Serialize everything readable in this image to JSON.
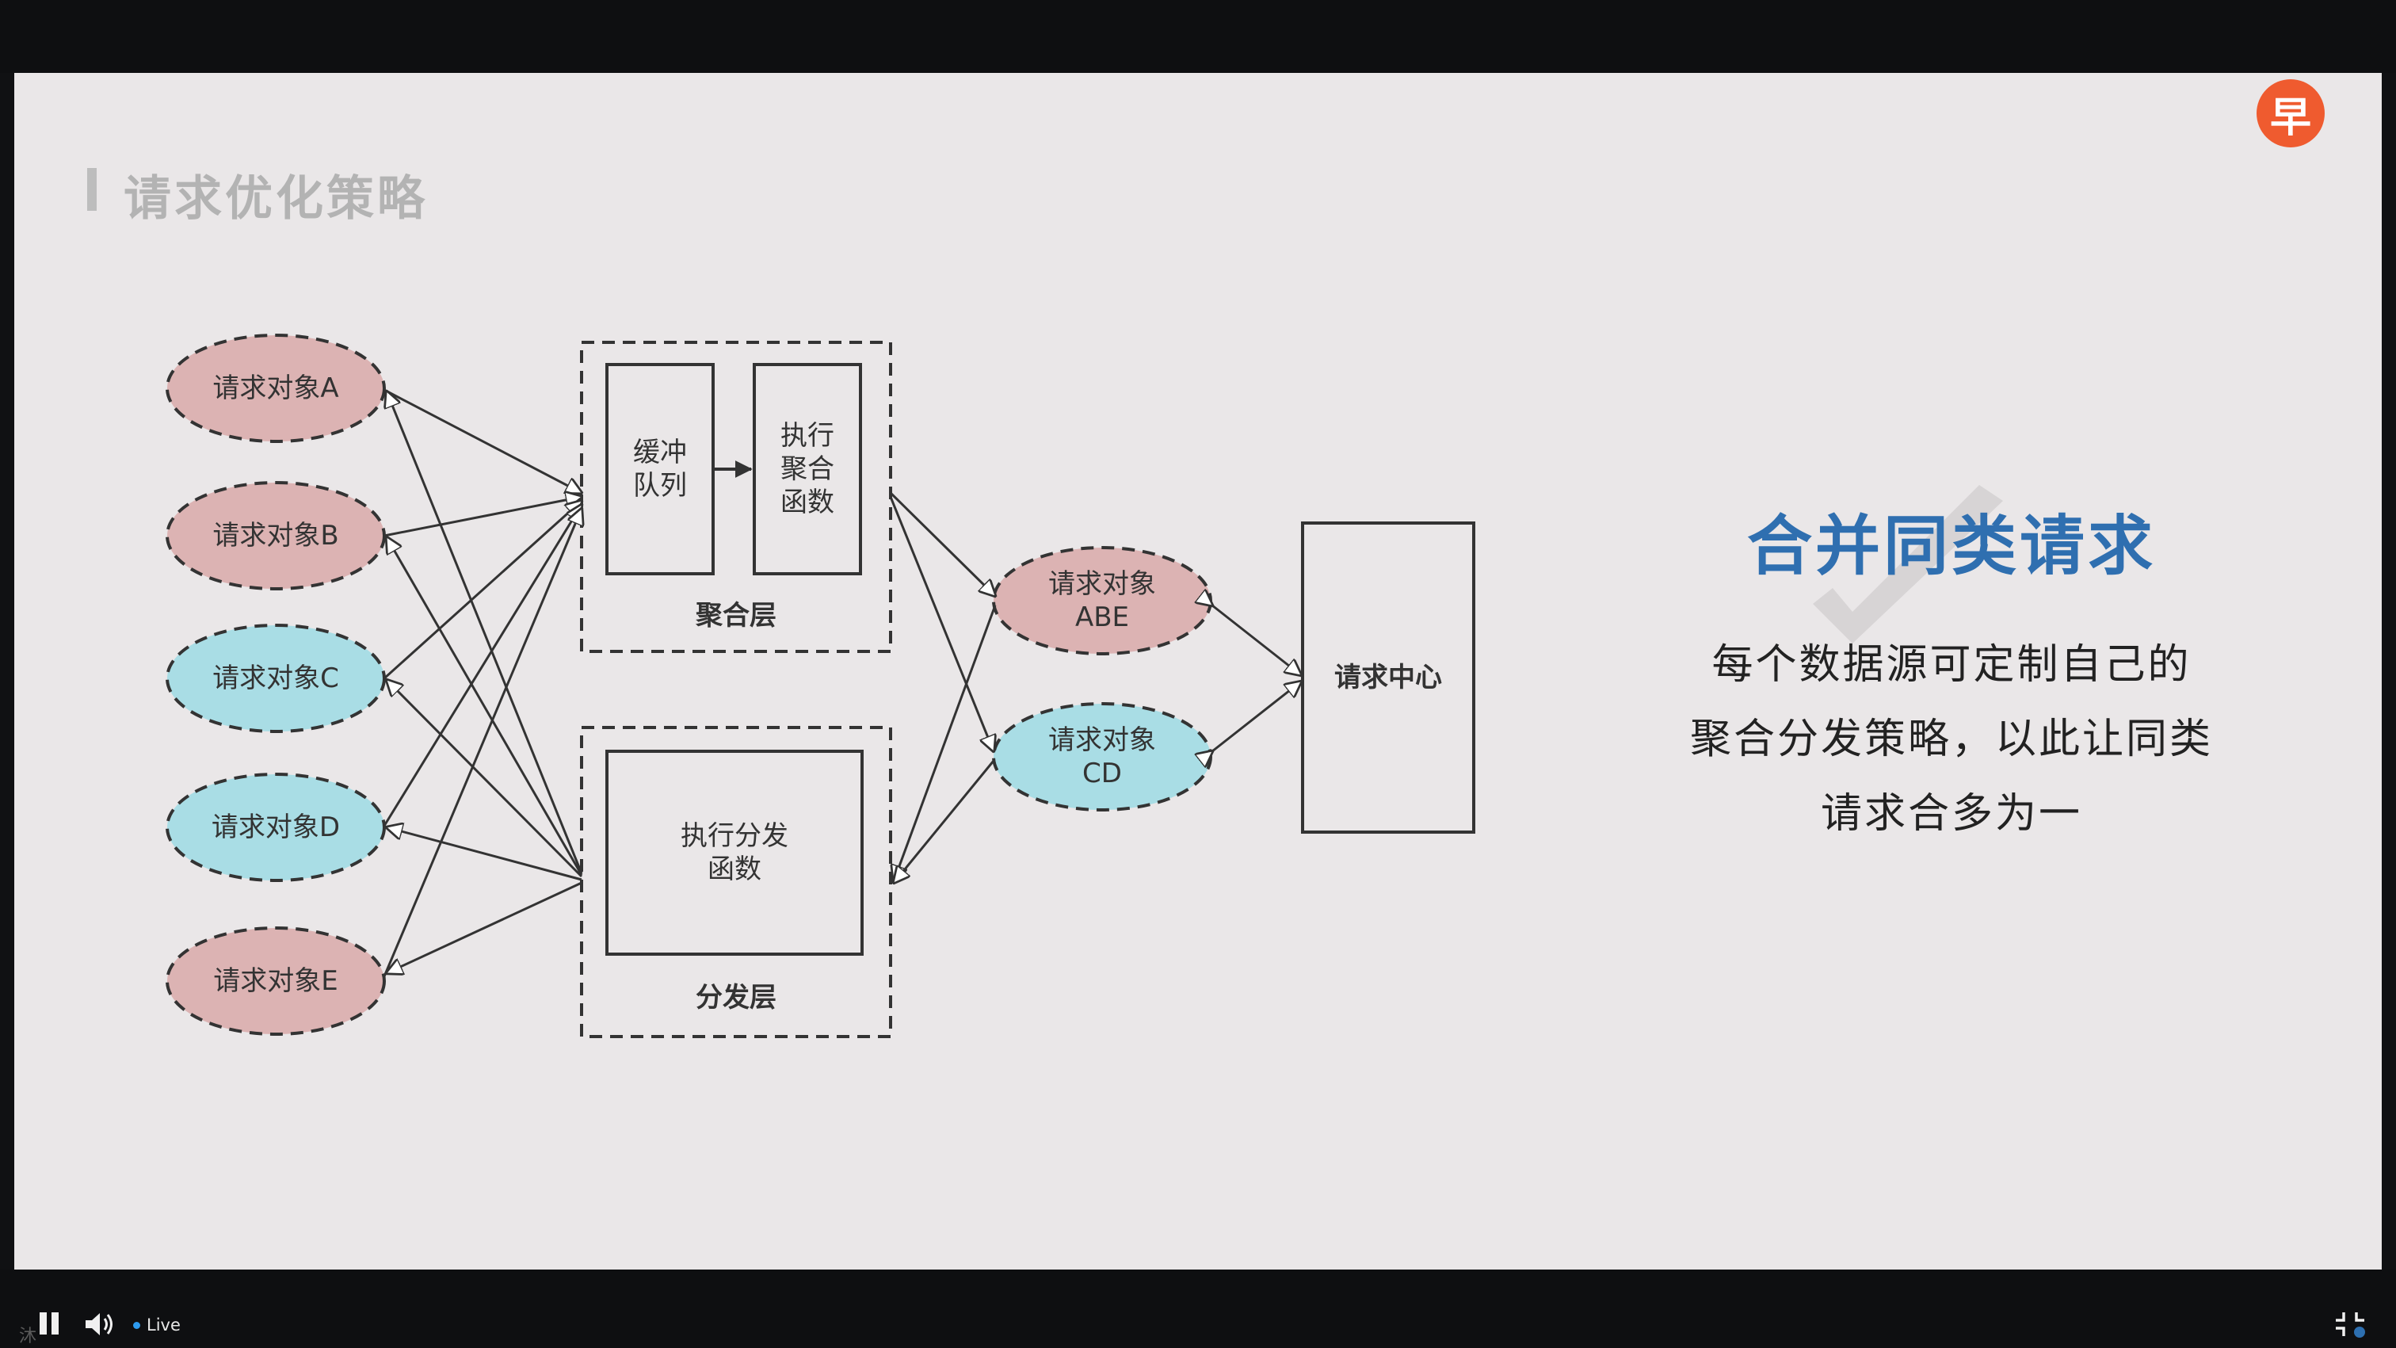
{
  "slide": {
    "section_title": "请求优化策略",
    "logo_char": "早",
    "heading": "合并同类请求",
    "description_lines": [
      "每个数据源可定制自己的",
      "聚合分发策略，以此让同类",
      "请求合多为一"
    ]
  },
  "diagram": {
    "request_objects": [
      "请求对象A",
      "请求对象B",
      "请求对象C",
      "请求对象D",
      "请求对象E"
    ],
    "aggregation_layer": {
      "label": "聚合层",
      "buffer_queue": "缓冲\n队列",
      "aggregate_fn": "执行\n聚合\n函数"
    },
    "dispatch_layer": {
      "label": "分发层",
      "dispatch_fn": "执行分发\n函数"
    },
    "merged_abe": "请求对象\nABE",
    "merged_cd": "请求对象\nCD",
    "request_center": "请求中心",
    "colors": {
      "pink": "#dcb3b3",
      "cyan": "#a9dde5",
      "heading": "#2f6fb0"
    }
  },
  "player": {
    "live_label": "Live",
    "watermark": "沐"
  }
}
